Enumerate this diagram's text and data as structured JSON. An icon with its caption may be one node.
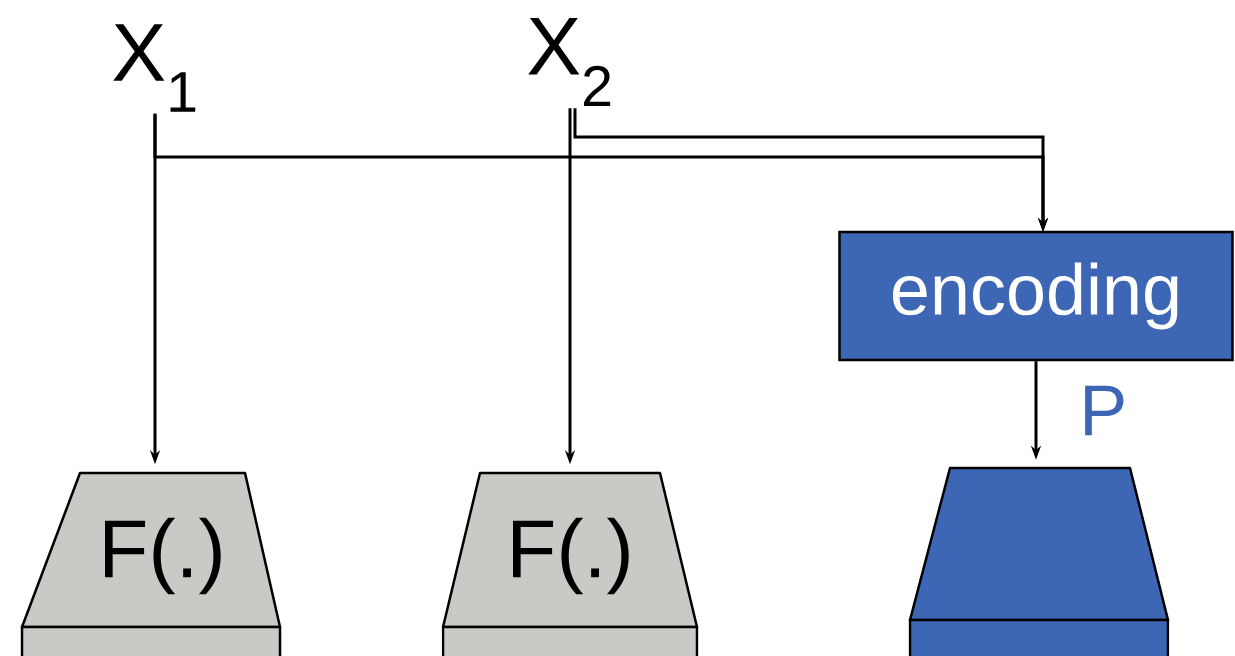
{
  "diagram": {
    "nodes": [
      {
        "text": [
          "X$_{1}$"
        ]
      },
      {
        "text": [
          "X$_{2}$"
        ]
      },
      {
        "text": [
          "encoding"
        ]
      },
      {
        "text": [
          "F(.)"
        ]
      },
      {
        "text": [
          "F(.)"
        ]
      },
      {
        "text": [],
        "shape": "trapezoid"
      }
    ],
    "edges": [
      {
        "from": 0,
        "to": 3,
        "arrow": "to"
      },
      {
        "from": 1,
        "to": 4,
        "arrow": "to"
      },
      {
        "from": 0,
        "to": 2,
        "arrow": "to"
      },
      {
        "from": 1,
        "to": 2,
        "arrow": "to"
      },
      {
        "from": 2,
        "to": 5,
        "arrow": "to",
        "label": "P"
      }
    ]
  }
}
